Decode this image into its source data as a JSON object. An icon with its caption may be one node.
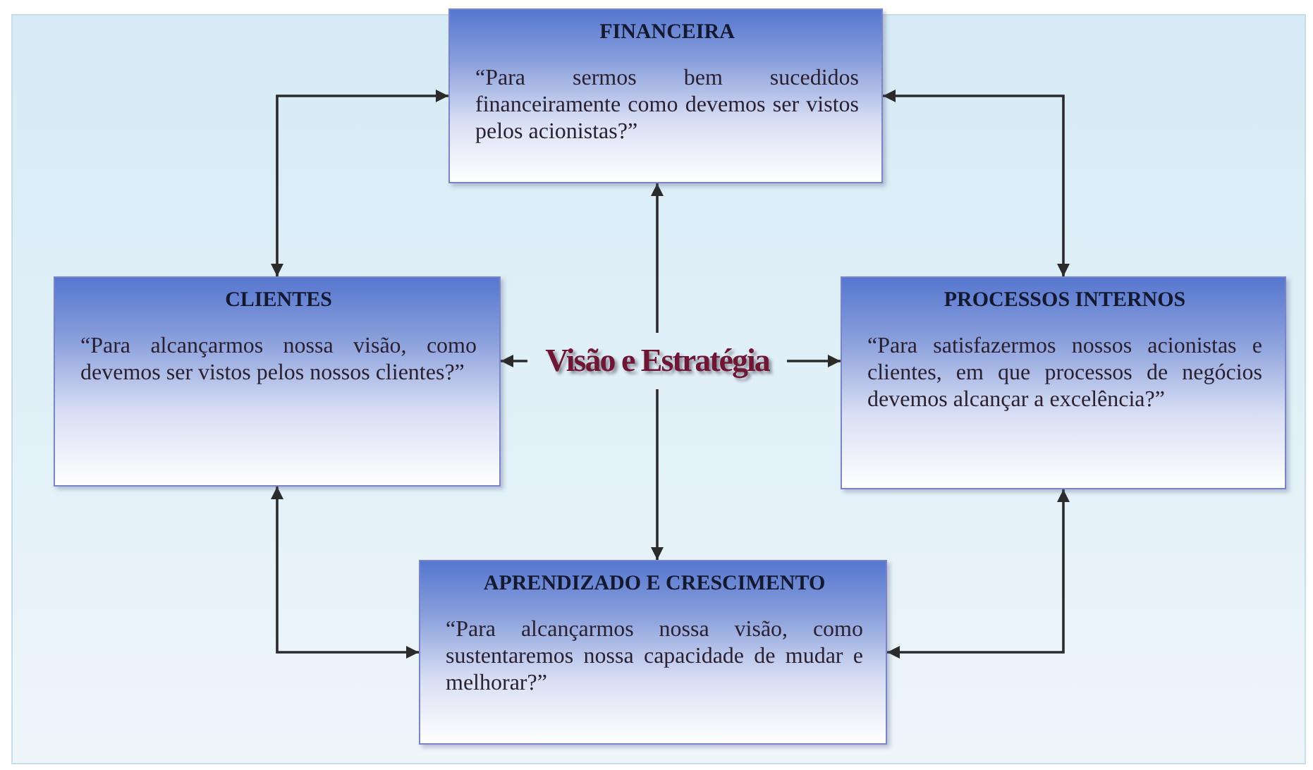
{
  "diagram": {
    "nodes": [
      {
        "text": [
          "FINANCEIRA",
          "“Para sermos bem sucedidos financeiramente como devemos ser vistos pelos acionistas?”"
        ]
      },
      {
        "text": [
          "CLIENTES",
          "“Para alcançarmos nossa visão, como devemos ser vistos pelos nossos clientes?”"
        ]
      },
      {
        "text": [
          "Visão e Estratégia"
        ]
      },
      {
        "text": [
          "PROCESSOS INTERNOS",
          "“Para satisfazermos nossos acionistas e clientes, em que processos de negócios devemos alcançar a excelência?”"
        ]
      },
      {
        "text": [
          "APRENDIZADO E CRESCIMENTO",
          "“Para alcançarmos nossa visão, como sustentaremos nossa capacidade de mudar e melhorar?”"
        ]
      }
    ],
    "edges": [
      {
        "from": 1,
        "to": 0,
        "arrow": "both"
      },
      {
        "from": 0,
        "to": 3,
        "arrow": "both"
      },
      {
        "from": 1,
        "to": 4,
        "arrow": "both"
      },
      {
        "from": 3,
        "to": 4,
        "arrow": "both"
      },
      {
        "from": 2,
        "to": 0,
        "arrow": "to"
      },
      {
        "from": 2,
        "to": 1,
        "arrow": "to"
      },
      {
        "from": 2,
        "to": 3,
        "arrow": "to"
      },
      {
        "from": 2,
        "to": 4,
        "arrow": "to"
      }
    ]
  }
}
